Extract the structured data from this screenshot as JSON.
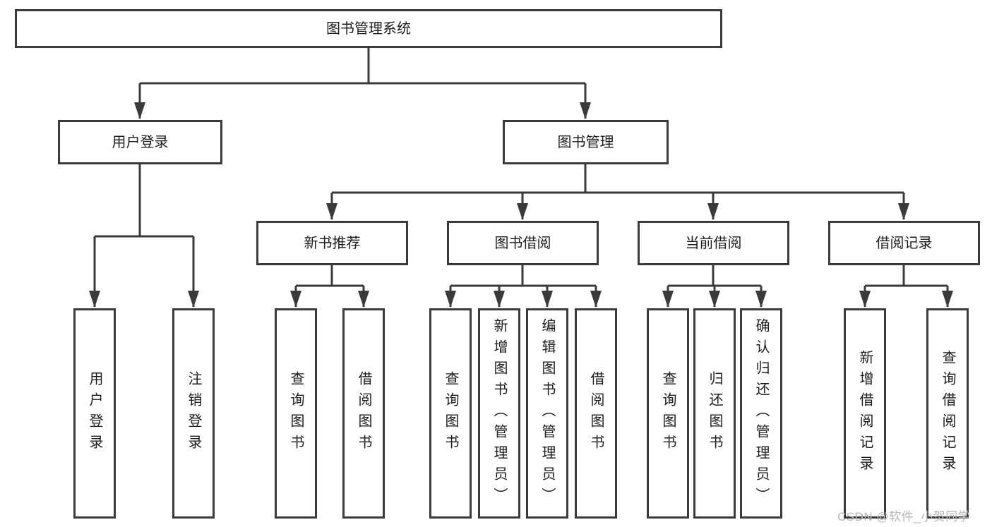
{
  "structure": {
    "root": "图书管理系统",
    "children": [
      {
        "label": "用户登录",
        "children": [
          {
            "label": "用户登录"
          },
          {
            "label": "注销登录"
          }
        ]
      },
      {
        "label": "图书管理",
        "children": [
          {
            "label": "新书推荐",
            "children": [
              {
                "label": "查询图书"
              },
              {
                "label": "借阅图书"
              }
            ]
          },
          {
            "label": "图书借阅",
            "children": [
              {
                "label": "查询图书"
              },
              {
                "label": "新增图书（管理员）"
              },
              {
                "label": "编辑图书（管理员）"
              },
              {
                "label": "借阅图书"
              }
            ]
          },
          {
            "label": "当前借阅",
            "children": [
              {
                "label": "查询图书"
              },
              {
                "label": "归还图书"
              },
              {
                "label": "确认归还（管理员）"
              }
            ]
          },
          {
            "label": "借阅记录",
            "children": [
              {
                "label": "新增借阅记录"
              },
              {
                "label": "查询借阅记录"
              }
            ]
          }
        ]
      }
    ]
  },
  "watermark": {
    "text": "CSDN @软件_小贺同学"
  },
  "colors": {
    "line": "#3a3a3a",
    "box_border": "#3a3a3a",
    "box_fill": "#ffffff",
    "text": "#1c1c1c",
    "watermark": "#b5b5b5",
    "background": "#ffffff"
  }
}
